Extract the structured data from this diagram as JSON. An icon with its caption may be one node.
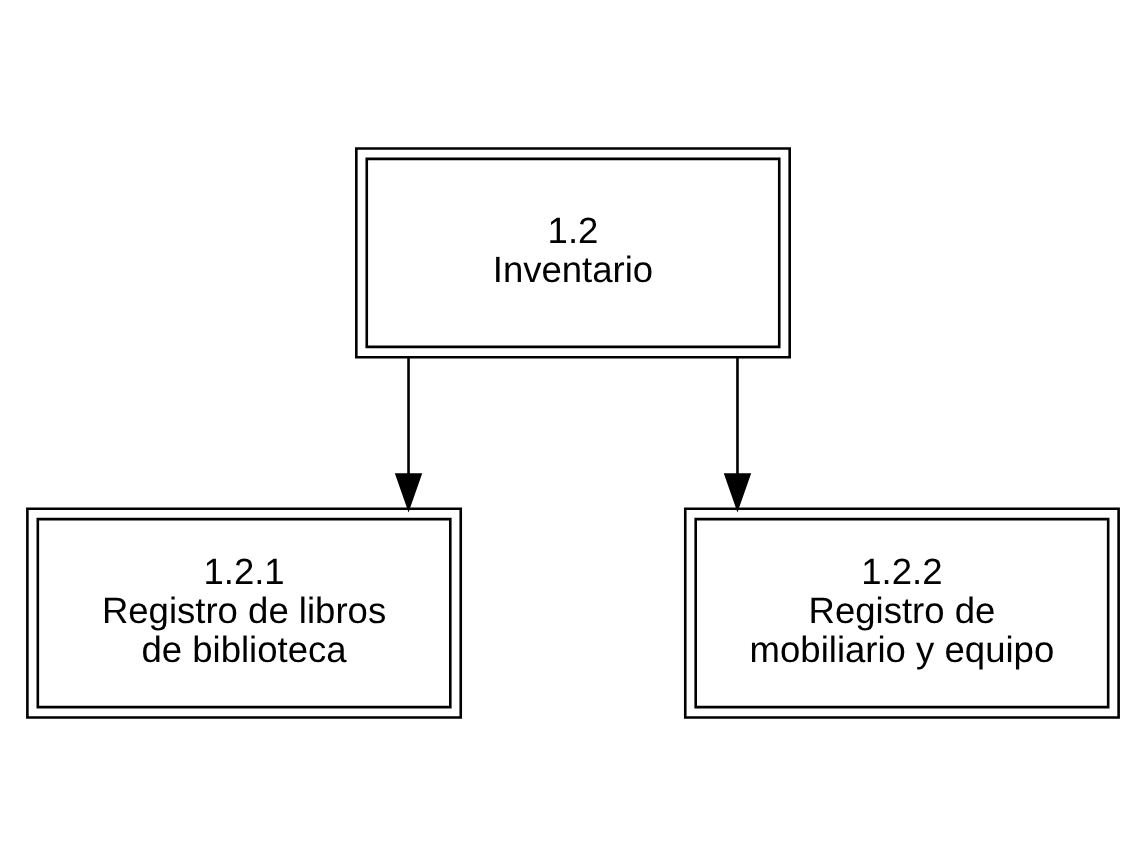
{
  "diagram": {
    "nodes": [
      {
        "text": [
          "1.2",
          "Inventario"
        ]
      },
      {
        "text": [
          "1.2.1",
          "Registro de libros de biblioteca"
        ]
      },
      {
        "text": [
          "1.2.2",
          "Registro de mobiliario y equipo"
        ]
      }
    ],
    "edges": [
      {
        "from": 0,
        "to": 1,
        "arrow": "to"
      },
      {
        "from": 0,
        "to": 2,
        "arrow": "to"
      }
    ]
  }
}
